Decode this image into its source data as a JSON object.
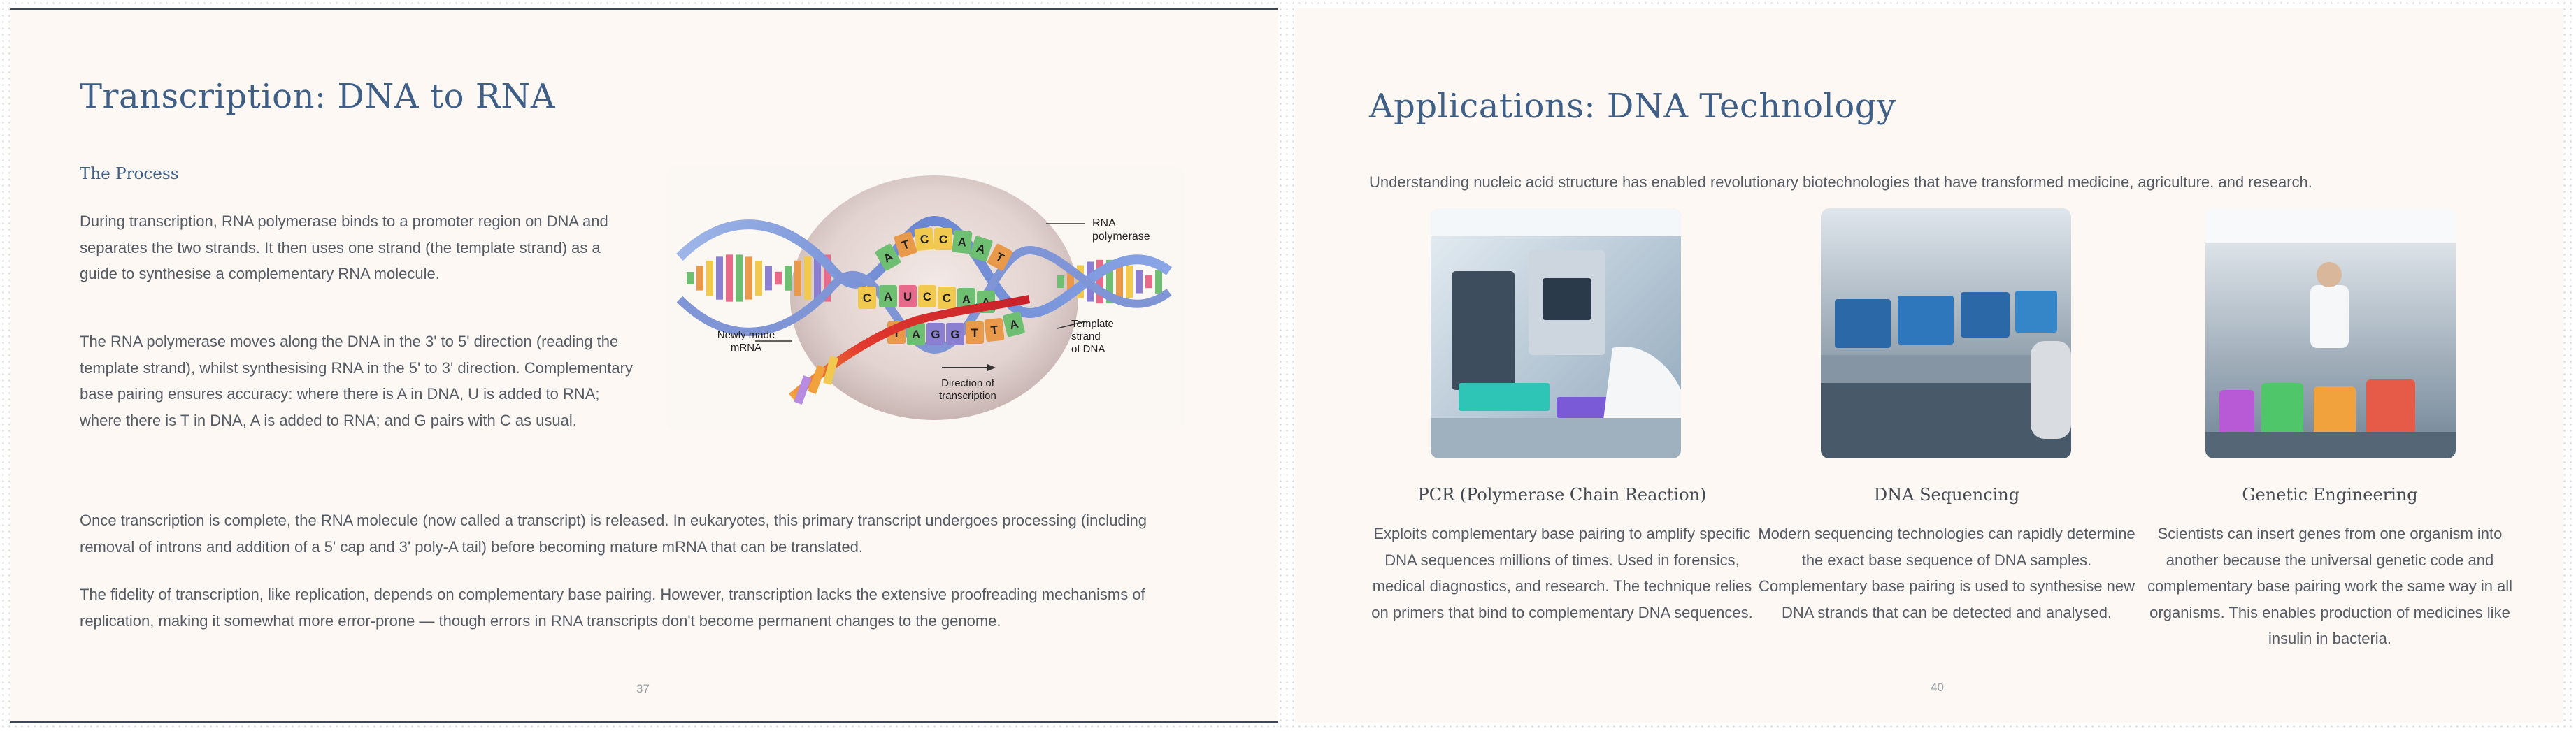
{
  "left_page": {
    "title": "Transcription: DNA to RNA",
    "section_heading": "The Process",
    "paragraphs": [
      "During transcription, RNA polymerase binds to a promoter region on DNA and separates the two strands. It then uses one strand (the template strand) as a guide to synthesise a complementary RNA molecule.",
      "The RNA polymerase moves along the DNA in the 3' to 5' direction (reading the template strand), whilst synthesising RNA in the 5' to 3' direction. Complementary base pairing ensures accuracy: where there is A in DNA, U is added to RNA; where there is T in DNA, A is added to RNA; and G pairs with C as usual.",
      "Once transcription is complete, the RNA molecule (now called a transcript) is released. In eukaryotes, this primary transcript undergoes processing (including removal of introns and addition of a 5' cap and 3' poly-A tail) before becoming mature mRNA that can be translated.",
      "The fidelity of transcription, like replication, depends on complementary base pairing. However, transcription lacks the extensive proofreading mechanisms of replication, making it somewhat more error-prone — though errors in RNA transcripts don't become permanent changes to the genome."
    ],
    "diagram": {
      "label_polymerase": [
        "RNA",
        "polymerase"
      ],
      "label_template": [
        "Template",
        "strand",
        "of DNA"
      ],
      "label_mrna": [
        "Newly made",
        "mRNA"
      ],
      "label_direction": [
        "Direction of",
        "transcription"
      ],
      "top_bases": [
        "A",
        "T",
        "C",
        "C",
        "A",
        "A",
        "T"
      ],
      "mid_bases": [
        "C",
        "A",
        "U",
        "C",
        "C",
        "A",
        "A"
      ],
      "bottom_bases": [
        "T",
        "A",
        "G",
        "G",
        "T",
        "T",
        "A"
      ],
      "colors": {
        "A": "#6fbf73",
        "T": "#e89a4a",
        "C": "#f1c94f",
        "G": "#8a7fd0",
        "U": "#e86a8a"
      }
    },
    "page_number": "37"
  },
  "right_page": {
    "title": "Applications: DNA Technology",
    "intro": "Understanding nucleic acid structure has enabled revolutionary biotechnologies that have transformed medicine, agriculture, and research.",
    "cards": [
      {
        "title": "PCR (Polymerase Chain Reaction)",
        "text": "Exploits complementary base pairing to amplify specific DNA sequences millions of times. Used in forensics, medical diagnostics, and research. The technique relies on primers that bind to complementary DNA sequences."
      },
      {
        "title": "DNA Sequencing",
        "text": "Modern sequencing technologies can rapidly determine the exact base sequence of DNA samples. Complementary base pairing is used to synthesise new DNA strands that can be detected and analysed."
      },
      {
        "title": "Genetic Engineering",
        "text": "Scientists can insert genes from one organism into another because the universal genetic code and complementary base pairing work the same way in all organisms. This enables production of medicines like insulin in bacteria."
      }
    ],
    "page_number": "40"
  }
}
